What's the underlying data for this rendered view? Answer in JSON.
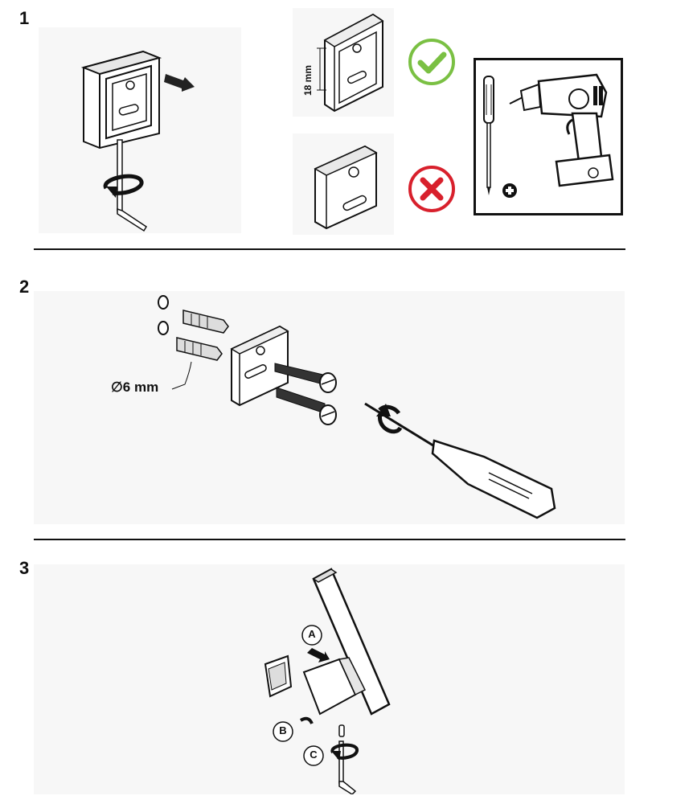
{
  "steps": [
    {
      "number": "1"
    },
    {
      "number": "2"
    },
    {
      "number": "3"
    }
  ],
  "step1": {
    "dimension_label": "18 mm"
  },
  "step2": {
    "diameter_label": "∅6 mm"
  },
  "step3": {
    "callouts": [
      "A",
      "B",
      "C"
    ]
  },
  "colors": {
    "check": "#7ac043",
    "cross": "#d8202c",
    "ink": "#111111",
    "panel_bg": "#f7f7f7"
  },
  "icons": {
    "correct": "check-circle-icon",
    "wrong": "cross-circle-icon",
    "plus": "plus-circle-icon"
  }
}
